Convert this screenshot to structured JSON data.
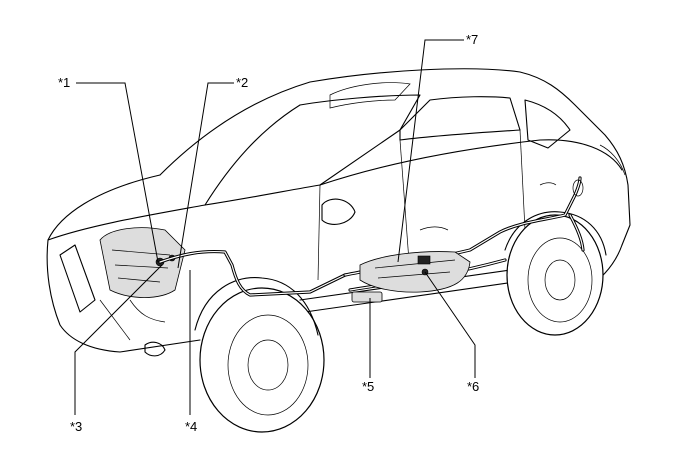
{
  "callouts": [
    {
      "id": "1",
      "text": "*1"
    },
    {
      "id": "2",
      "text": "*2"
    },
    {
      "id": "3",
      "text": "*3"
    },
    {
      "id": "4",
      "text": "*4"
    },
    {
      "id": "5",
      "text": "*5"
    },
    {
      "id": "6",
      "text": "*6"
    },
    {
      "id": "7",
      "text": "*7"
    }
  ],
  "colors": {
    "line": "#000000",
    "background": "#ffffff"
  }
}
